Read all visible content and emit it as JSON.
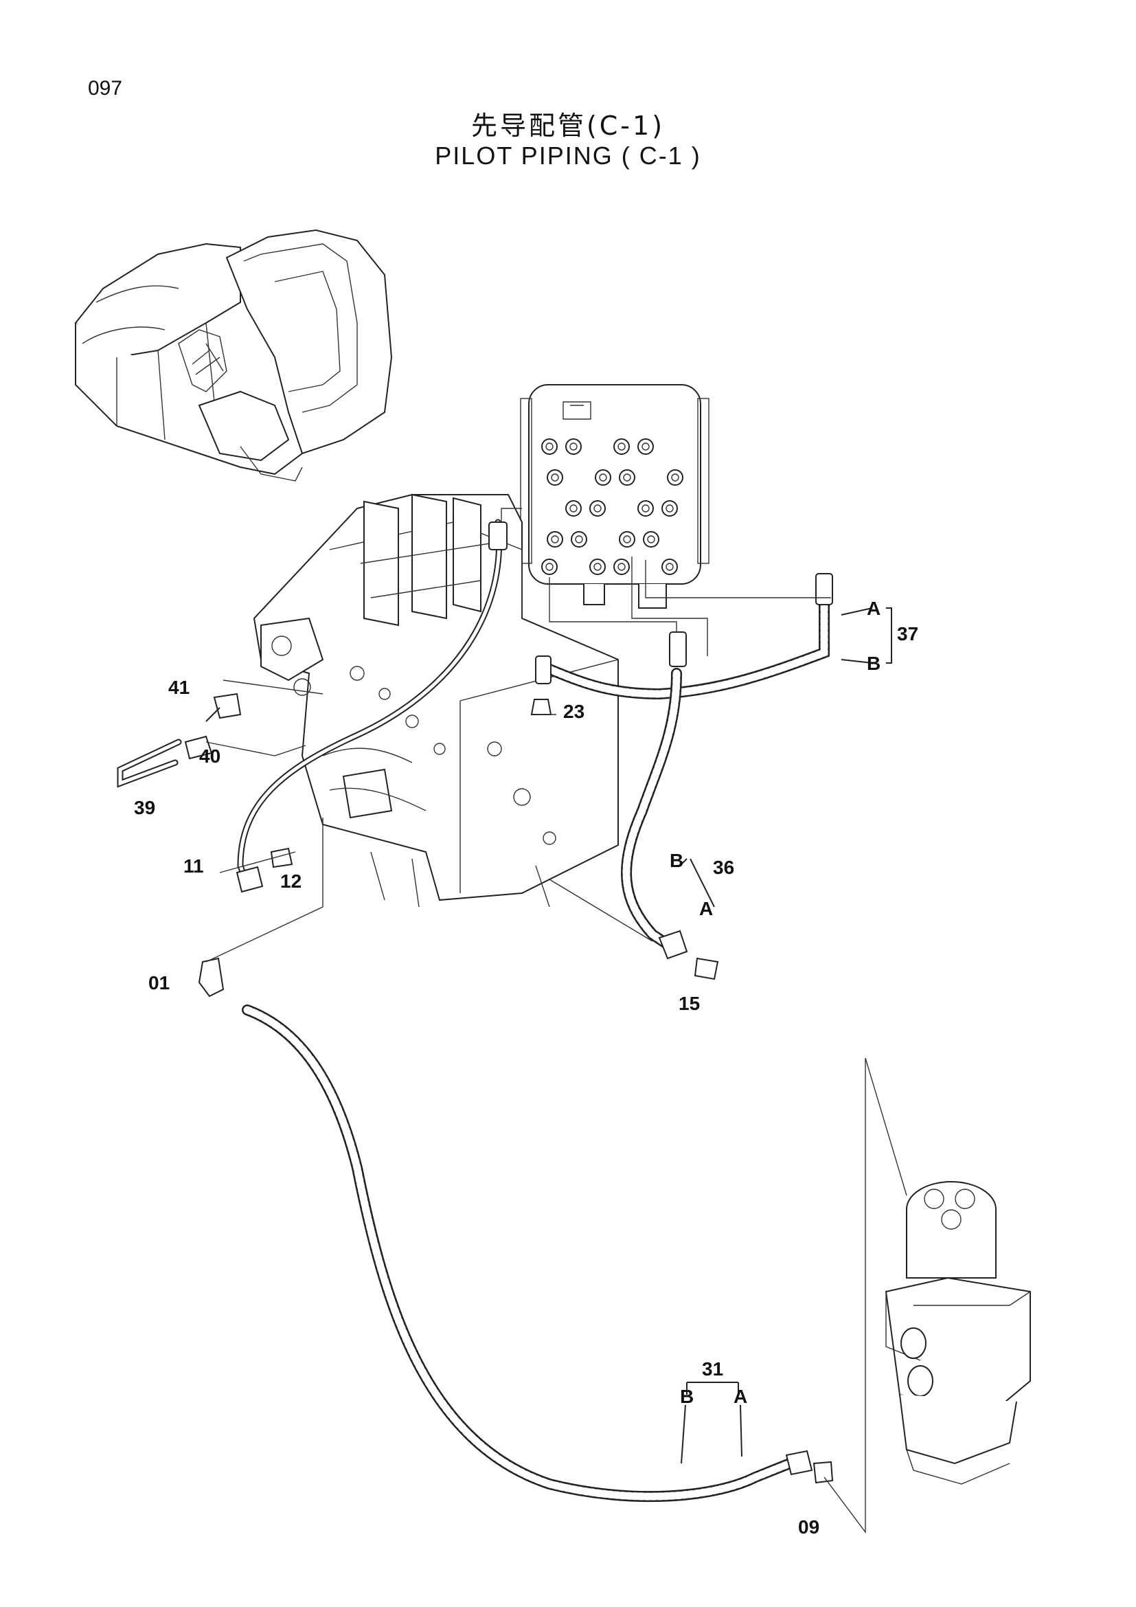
{
  "page_number": "097",
  "title_cn": "先导配管(C-1)",
  "title_en": "PILOT PIPING ( C-1 )",
  "callouts": [
    {
      "id": "c41",
      "text": "41"
    },
    {
      "id": "c40",
      "text": "40"
    },
    {
      "id": "c39",
      "text": "39"
    },
    {
      "id": "c11",
      "text": "11"
    },
    {
      "id": "c12",
      "text": "12"
    },
    {
      "id": "c23",
      "text": "23"
    },
    {
      "id": "c01",
      "text": "01"
    },
    {
      "id": "c15",
      "text": "15"
    },
    {
      "id": "c36",
      "text": "36"
    },
    {
      "id": "c36A",
      "text": "A"
    },
    {
      "id": "c36B",
      "text": "B"
    },
    {
      "id": "c37",
      "text": "37"
    },
    {
      "id": "c37A",
      "text": "A"
    },
    {
      "id": "c37B",
      "text": "B"
    },
    {
      "id": "c31",
      "text": "31"
    },
    {
      "id": "c31A",
      "text": "A"
    },
    {
      "id": "c31B",
      "text": "B"
    },
    {
      "id": "c09",
      "text": "09"
    }
  ]
}
